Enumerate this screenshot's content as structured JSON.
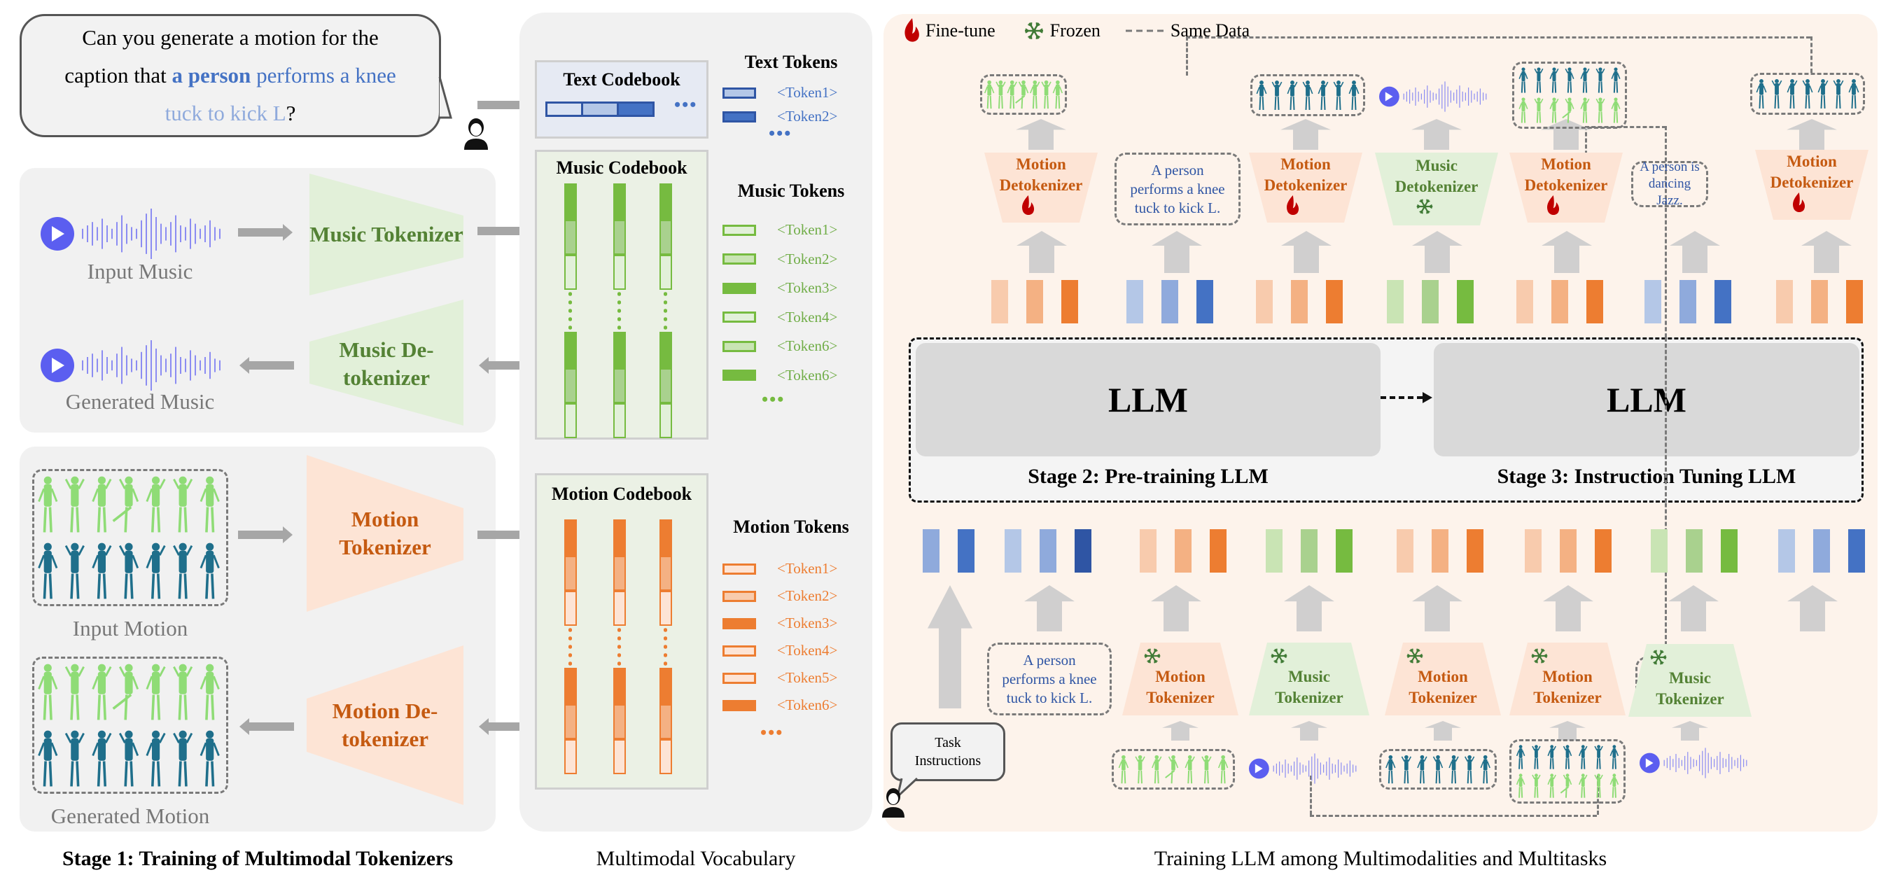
{
  "stage1": {
    "prompt": {
      "part1": "Can you generate a motion for the caption that ",
      "highlight_bold": "a person",
      "highlight_mid": " performs a knee",
      "highlight_light": "tuck to kick L",
      "end": "?"
    },
    "music": {
      "input_label": "Input Music",
      "generated_label": "Generated Music",
      "tokenizer": "Music Tokenizer",
      "detokenizer": "Music De-tokenizer"
    },
    "motion": {
      "input_label": "Input Motion",
      "generated_label": "Generated Motion",
      "tokenizer": "Motion Tokenizer",
      "detokenizer": "Motion De-tokenizer"
    },
    "caption": "Stage 1: Training of Multimodal Tokenizers"
  },
  "vocabulary": {
    "text_codebook": "Text Codebook",
    "text_tokens_title": "Text Tokens",
    "text_tokens": [
      "<Token1>",
      "<Token2>"
    ],
    "music_codebook": "Music Codebook",
    "music_tokens_title": "Music Tokens",
    "music_tokens": [
      "<Token1>",
      "<Token2>",
      "<Token3>",
      "<Token4>",
      "<Token6>",
      "<Token6>"
    ],
    "motion_codebook": "Motion Codebook",
    "motion_tokens_title": "Motion Tokens",
    "motion_tokens": [
      "<Token1>",
      "<Token2>",
      "<Token3>",
      "<Token4>",
      "<Token5>",
      "<Token6>"
    ],
    "ellipsis": "•••",
    "caption": "Multimodal Vocabulary"
  },
  "training": {
    "legend": {
      "finetune": "Fine-tune",
      "frozen": "Frozen",
      "same_data": "Same Data"
    },
    "top_row": [
      {
        "type": "Motion Detokenizer",
        "state": "fine-tune",
        "output": "motion-green"
      },
      {
        "type": "text",
        "text": "A person performs a knee tuck to kick L."
      },
      {
        "type": "Motion Detokenizer",
        "state": "fine-tune",
        "output": "motion-blue"
      },
      {
        "type": "Music Detokenizer",
        "state": "frozen",
        "output": "music"
      },
      {
        "type": "Motion Detokenizer",
        "state": "fine-tune",
        "output": "motion-blue-green"
      },
      {
        "type": "text",
        "text": "A person is dancing Jazz."
      },
      {
        "type": "Motion Detokenizer",
        "state": "fine-tune",
        "output": "motion-blue"
      }
    ],
    "labels": {
      "motion_detokenizer": "Motion Detokenizer",
      "music_detokenizer": "Music Detokenizer",
      "motion_tokenizer": "Motion Tokenizer",
      "music_tokenizer": "Music Tokenizer",
      "text_knee": "A person performs a knee tuck to kick L.",
      "text_jazz": "A person is dancing Jazz."
    },
    "llm_label": "LLM",
    "stage2": "Stage 2: Pre-training LLM",
    "stage3": "Stage 3: Instruction Tuning LLM",
    "task_instructions": "Task Instructions",
    "caption": "Training LLM among Multimodalities and Multitasks"
  },
  "colors": {
    "text_light": "#b4c7e7",
    "text_mid": "#8faadc",
    "text_dark": "#4472c4",
    "text_darkest": "#2f55a4",
    "music_light": "#c9e4b4",
    "music_mid": "#a9d18e",
    "music_dark": "#76bb40",
    "motion_light": "#f8cbad",
    "motion_mid": "#f4b183",
    "motion_dark": "#ed7d31",
    "music_text": "#548235",
    "motion_text": "#c55a11",
    "fire": "#c00000",
    "snow": "#3f7a35",
    "audio": "#5b5ef0"
  }
}
